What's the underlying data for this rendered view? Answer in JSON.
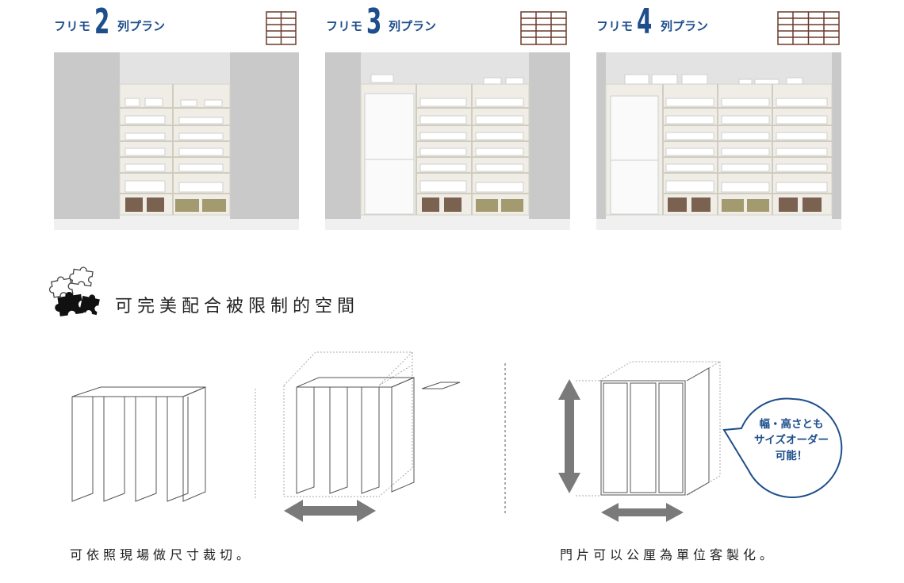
{
  "plans": [
    {
      "prefix": "フリモ",
      "number": "2",
      "suffix": "列プラン",
      "columns": 2
    },
    {
      "prefix": "フリモ",
      "number": "3",
      "suffix": "列プラン",
      "columns": 3
    },
    {
      "prefix": "フリモ",
      "number": "4",
      "suffix": "列プラン",
      "columns": 4
    }
  ],
  "section": {
    "heading": "可完美配合被限制的空間",
    "caption_left": "可依照現場做尺寸裁切。",
    "caption_right": "門片可以公厘為單位客製化。"
  },
  "bubble": {
    "line1": "幅・高さとも",
    "line2": "サイズオーダー",
    "line3": "可能！"
  },
  "colors": {
    "brand_blue": "#1e4e8c",
    "arrow_gray": "#7a7a7a",
    "icon_brown": "#6b3a2a"
  },
  "icons": [
    "puzzle-icon",
    "grid-icon",
    "double-arrow-icon"
  ]
}
